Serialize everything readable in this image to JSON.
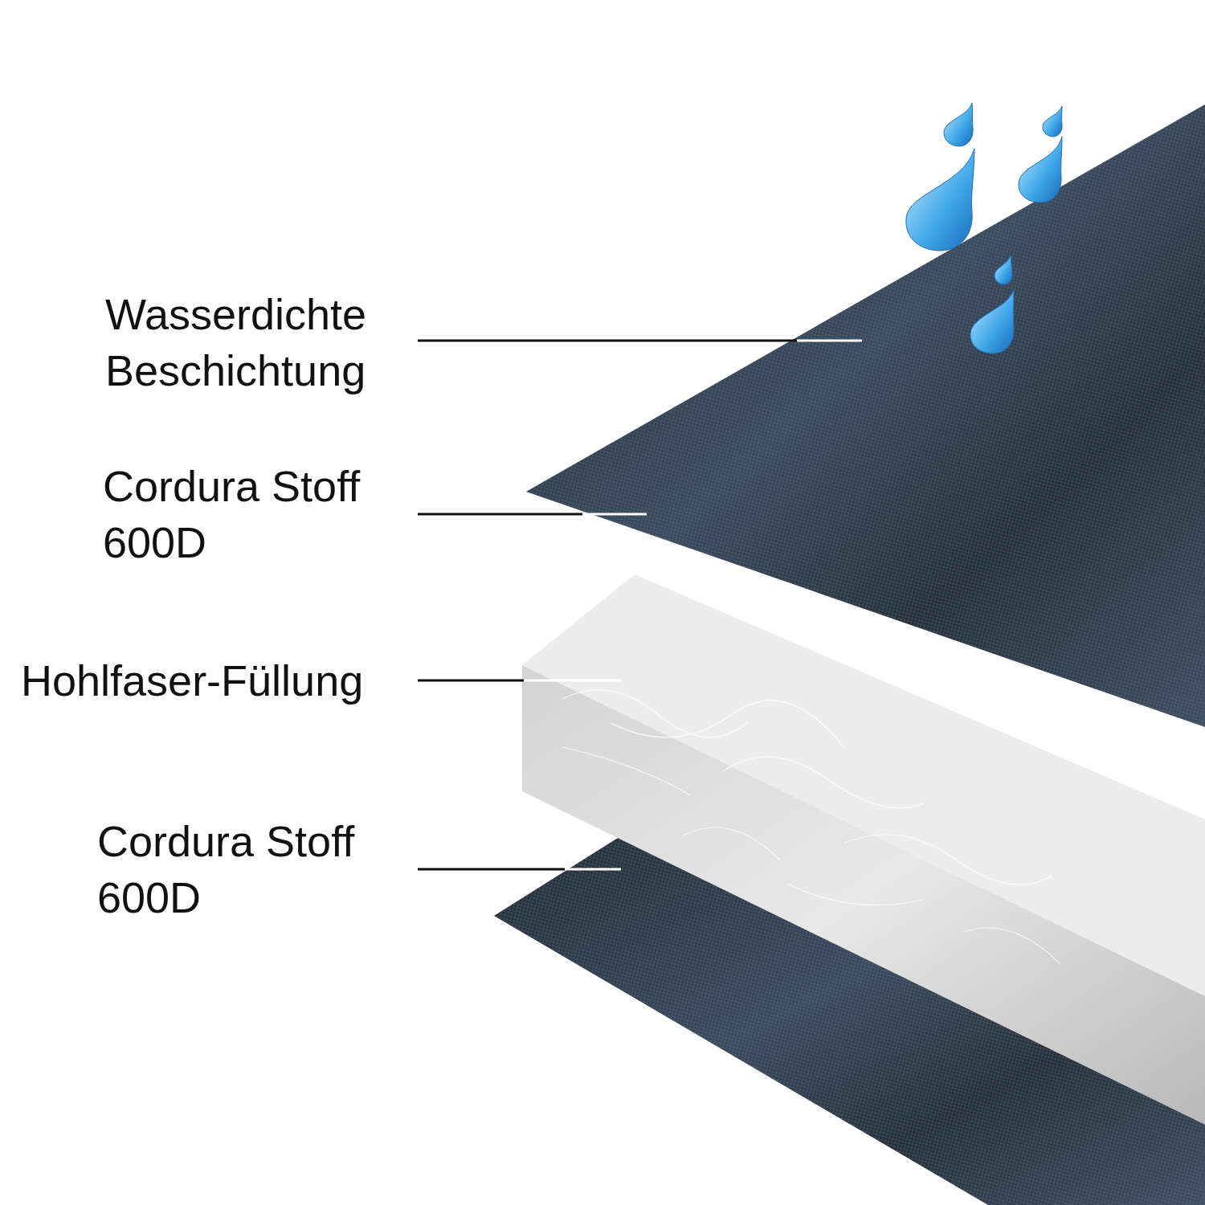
{
  "diagram": {
    "labels": [
      "Wasserdichte Beschichtung",
      "Cordura Stoff 600D",
      "Hohlfaser-Füllung",
      "Cordura Stoff 600D"
    ]
  }
}
